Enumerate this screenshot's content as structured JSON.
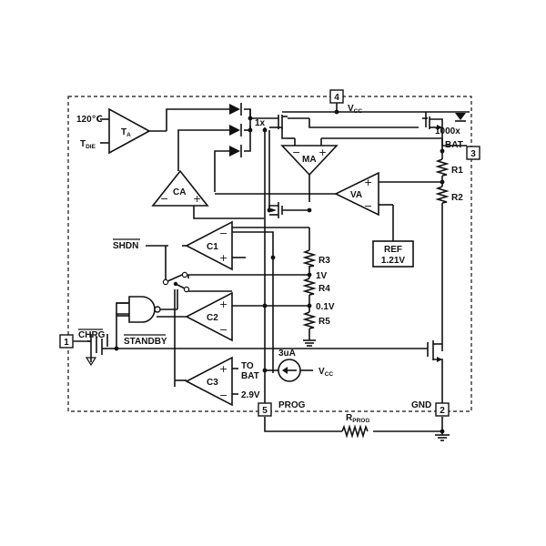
{
  "pins": {
    "vcc": {
      "number": "4",
      "label": "V",
      "label_sub": "CC"
    },
    "bat": {
      "number": "3",
      "label": "BAT"
    },
    "chrg": {
      "number": "1",
      "label": "CHRG"
    },
    "prog": {
      "number": "5",
      "label": "PROG"
    },
    "gnd": {
      "number": "2",
      "label": "GND"
    }
  },
  "temp": {
    "input1": "120℃",
    "input2": "T",
    "input2_sub": "DIE",
    "amp_label": "T",
    "amp_label_sub": "A"
  },
  "mosfets": {
    "mirror_ratio_small": "1x",
    "mirror_ratio_large": "1000x"
  },
  "amplifiers": {
    "ma": "MA",
    "ca": "CA",
    "va": "VA",
    "c1": "C1",
    "c2": "C2",
    "c3": "C3"
  },
  "resistors": {
    "r1": "R1",
    "r2": "R2",
    "r3": "R3",
    "r4": "R4",
    "r5": "R5",
    "rprog": "R",
    "rprog_sub": "PROG"
  },
  "reference": {
    "line1": "REF",
    "line2": "1.21V"
  },
  "signals": {
    "shdn": "SHDN",
    "standby": "STANDBY",
    "v1": "1V",
    "v01": "0.1V",
    "to_bat_1": "TO",
    "to_bat_2": "BAT",
    "v29": "2.9V",
    "current_source": "3uA",
    "source_vcc": "V",
    "source_vcc_sub": "CC"
  }
}
